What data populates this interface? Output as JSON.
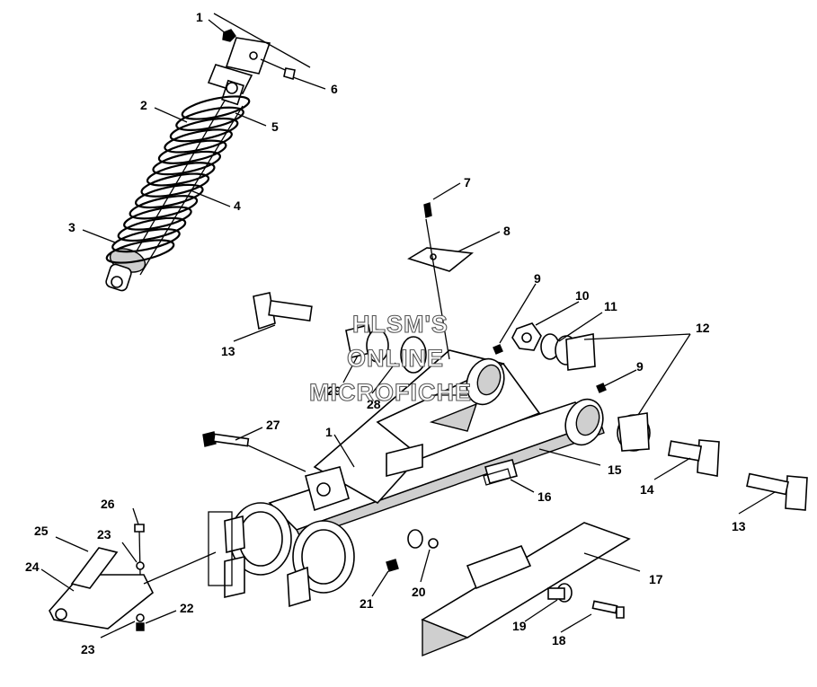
{
  "watermark": {
    "line1": "HLSM'S",
    "line2": "ONLINE",
    "line3": "MICROFICHE",
    "text_color": "#ffffff",
    "outline_color": "#555555"
  },
  "callouts": [
    {
      "id": "c1a",
      "label": "1"
    },
    {
      "id": "c1b",
      "label": "1"
    },
    {
      "id": "c2",
      "label": "2"
    },
    {
      "id": "c3",
      "label": "3"
    },
    {
      "id": "c4",
      "label": "4"
    },
    {
      "id": "c5",
      "label": "5"
    },
    {
      "id": "c6",
      "label": "6"
    },
    {
      "id": "c7",
      "label": "7"
    },
    {
      "id": "c8",
      "label": "8"
    },
    {
      "id": "c9a",
      "label": "9"
    },
    {
      "id": "c9b",
      "label": "9"
    },
    {
      "id": "c10",
      "label": "10"
    },
    {
      "id": "c11",
      "label": "11"
    },
    {
      "id": "c12",
      "label": "12"
    },
    {
      "id": "c13a",
      "label": "13"
    },
    {
      "id": "c13b",
      "label": "13"
    },
    {
      "id": "c14",
      "label": "14"
    },
    {
      "id": "c15",
      "label": "15"
    },
    {
      "id": "c16",
      "label": "16"
    },
    {
      "id": "c17",
      "label": "17"
    },
    {
      "id": "c18",
      "label": "18"
    },
    {
      "id": "c19",
      "label": "19"
    },
    {
      "id": "c20",
      "label": "20"
    },
    {
      "id": "c21",
      "label": "21"
    },
    {
      "id": "c22",
      "label": "22"
    },
    {
      "id": "c23a",
      "label": "23"
    },
    {
      "id": "c23b",
      "label": "23"
    },
    {
      "id": "c24",
      "label": "24"
    },
    {
      "id": "c25",
      "label": "25"
    },
    {
      "id": "c26",
      "label": "26"
    },
    {
      "id": "c27",
      "label": "27"
    },
    {
      "id": "c28",
      "label": "28"
    },
    {
      "id": "c29",
      "label": "29"
    }
  ]
}
